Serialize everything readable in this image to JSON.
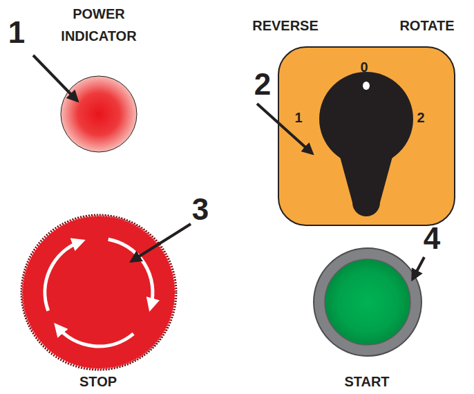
{
  "diagram": {
    "nodes": [
      {
        "text": [
          "0",
          "1",
          "2"
        ]
      }
    ],
    "labels": [
      "1",
      "POWER INDICATOR",
      "REVERSE",
      "ROTATE",
      "2",
      "3",
      "4",
      "STOP",
      "START"
    ]
  }
}
